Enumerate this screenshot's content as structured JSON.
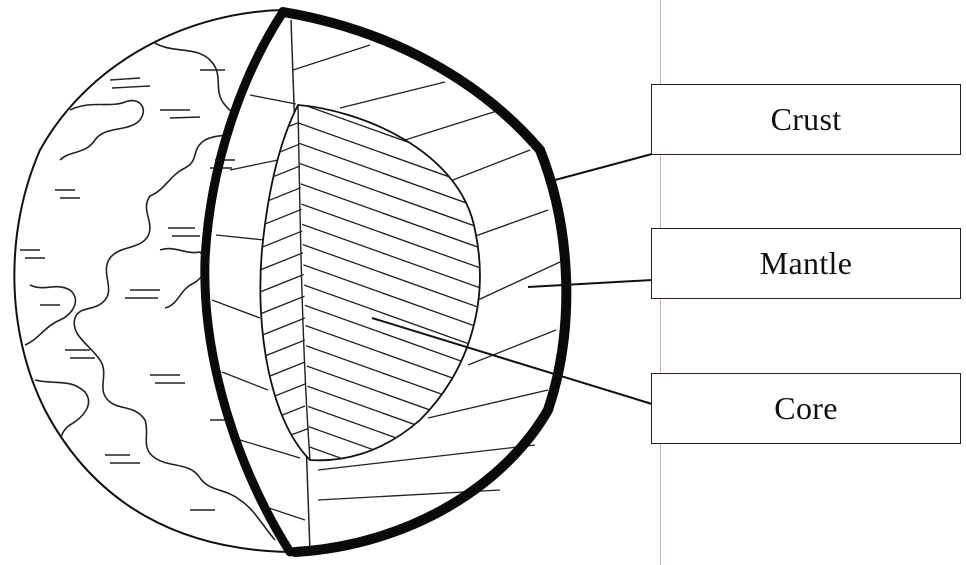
{
  "labels": {
    "crust": "Crust",
    "mantle": "Mantle",
    "core": "Core"
  },
  "colors": {
    "ink": "#111111",
    "paper": "#ffffff",
    "margin_line": "#e9a7a7"
  }
}
